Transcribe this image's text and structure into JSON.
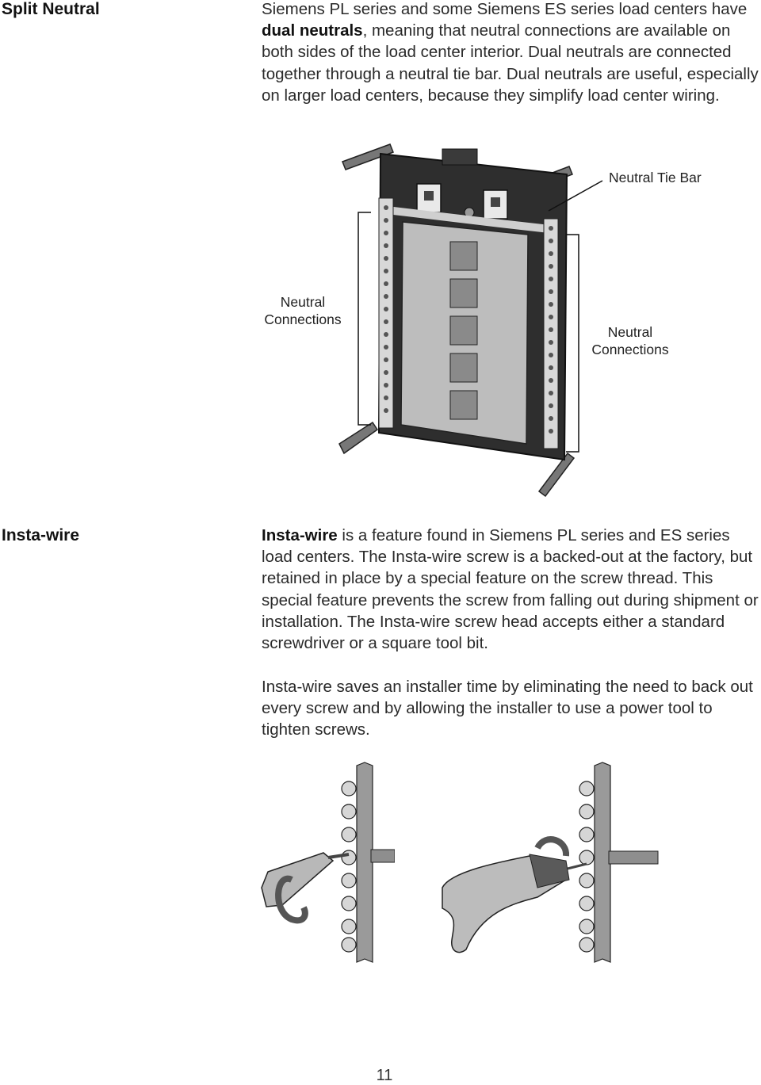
{
  "split_neutral": {
    "heading": "Split Neutral",
    "para_before": "Siemens PL series and some Siemens ES series load centers have ",
    "bold": "dual neutrals",
    "para_after": ", meaning that neutral connections are available on both sides of the load center interior. Dual neutrals are connected together through a neutral tie bar. Dual neutrals are useful, especially on larger load centers, because they simplify load center wiring."
  },
  "load_center_figure": {
    "callout_tie_bar": "Neutral Tie Bar",
    "callout_left_line1": "Neutral",
    "callout_left_line2": "Connections",
    "callout_right_line1": "Neutral",
    "callout_right_line2": "Connections"
  },
  "insta_wire": {
    "heading": "Insta-wire",
    "para1_bold": "Insta-wire",
    "para1_rest": " is a feature found in Siemens PL series and ES series load centers. The Insta-wire screw is a backed-out at the factory, but retained in place by a special feature on the screw thread. This special feature prevents the screw from falling out during shipment or installation. The Insta-wire screw head accepts either a standard screwdriver or a square tool bit.",
    "para2": "Insta-wire saves an installer time by eliminating the need to back out every screw and by allowing the installer to use a power tool to tighten screws."
  },
  "page_number": "11"
}
